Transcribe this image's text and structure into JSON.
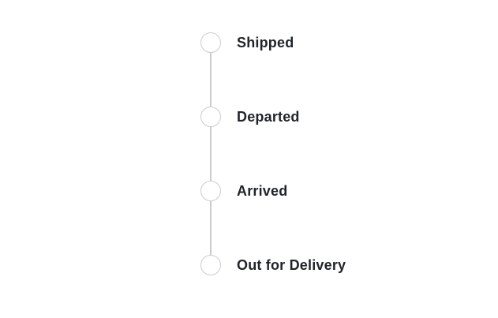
{
  "page": {
    "background": "#ffffff"
  },
  "stepper": {
    "orientation": "vertical",
    "steps": [
      {
        "label": "Shipped"
      },
      {
        "label": "Departed"
      },
      {
        "label": "Arrived"
      },
      {
        "label": "Out for Delivery"
      }
    ],
    "colors": {
      "circle_border": "#cccccc",
      "circle_fill": "#ffffff",
      "connector": "#cccccc",
      "label_text": "#212529"
    }
  }
}
